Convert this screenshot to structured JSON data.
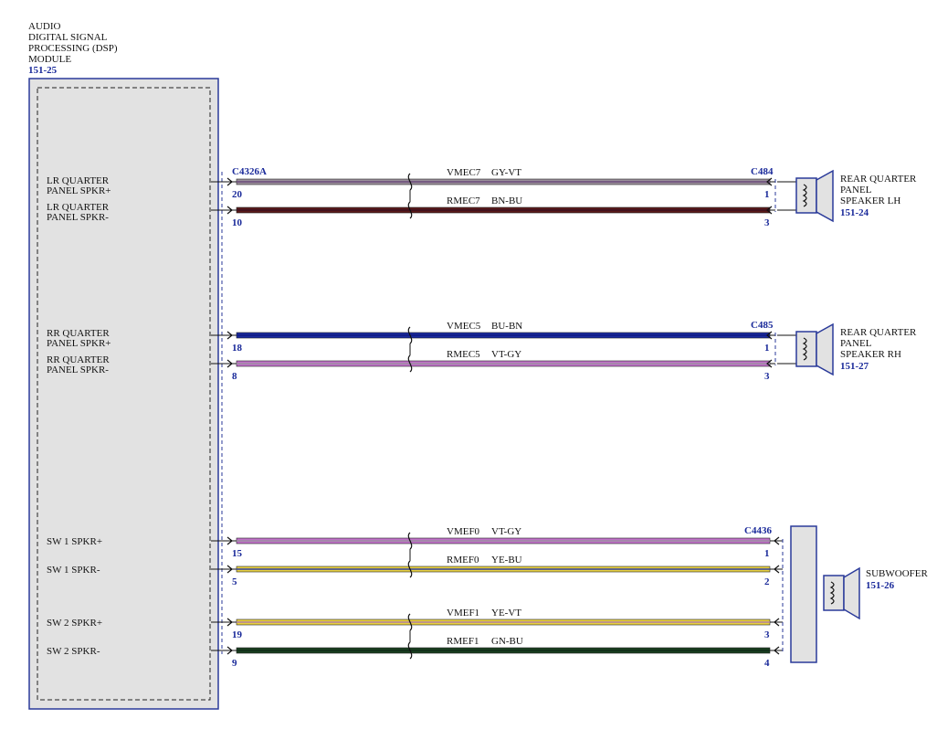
{
  "module": {
    "title_lines": [
      "AUDIO",
      "DIGITAL SIGNAL",
      "PROCESSING (DSP)",
      "MODULE"
    ],
    "ref": "151-25",
    "connector": "C4326A"
  },
  "circuits": [
    {
      "id": "lrp",
      "label_lines": [
        "LR QUARTER",
        "PANEL SPKR+"
      ],
      "pin": "20",
      "circuit": "VMEC7",
      "color_code": "GY-VT",
      "colors": [
        "#9a8f9a",
        "#6b4a7a"
      ],
      "far_pin": "1"
    },
    {
      "id": "lrm",
      "label_lines": [
        "LR QUARTER",
        "PANEL SPKR-"
      ],
      "pin": "10",
      "circuit": "RMEC7",
      "color_code": "BN-BU",
      "colors": [
        "#5a1a1a",
        "#3a1020"
      ],
      "far_pin": "3"
    },
    {
      "id": "rrp",
      "label_lines": [
        "RR QUARTER",
        "PANEL SPKR+"
      ],
      "pin": "18",
      "circuit": "VMEC5",
      "color_code": "BU-BN",
      "colors": [
        "#1a2aa0",
        "#101a80"
      ],
      "far_pin": "1"
    },
    {
      "id": "rrm",
      "label_lines": [
        "RR QUARTER",
        "PANEL SPKR-"
      ],
      "pin": "8",
      "circuit": "RMEC5",
      "color_code": "VT-GY",
      "colors": [
        "#c070c8",
        "#9a8fa0"
      ],
      "far_pin": "3"
    },
    {
      "id": "sw1p",
      "label_lines": [
        "SW 1 SPKR+"
      ],
      "pin": "15",
      "circuit": "VMEF0",
      "color_code": "VT-GY",
      "colors": [
        "#c070c8",
        "#9a8fa0"
      ],
      "far_pin": "1"
    },
    {
      "id": "sw1m",
      "label_lines": [
        "SW 1 SPKR-"
      ],
      "pin": "5",
      "circuit": "RMEF0",
      "color_code": "YE-BU",
      "colors": [
        "#e8d040",
        "#3040a0"
      ],
      "far_pin": "2"
    },
    {
      "id": "sw2p",
      "label_lines": [
        "SW 2 SPKR+"
      ],
      "pin": "19",
      "circuit": "VMEF1",
      "color_code": "YE-VT",
      "colors": [
        "#e8d040",
        "#b080a0"
      ],
      "far_pin": "3"
    },
    {
      "id": "sw2m",
      "label_lines": [
        "SW 2 SPKR-"
      ],
      "pin": "9",
      "circuit": "RMEF1",
      "color_code": "GN-BU",
      "colors": [
        "#1a4020",
        "#102a18"
      ],
      "far_pin": "4"
    }
  ],
  "far_connectors": [
    "C484",
    "C485",
    "C4436"
  ],
  "speakers": [
    {
      "name_lines": [
        "REAR QUARTER",
        "PANEL",
        "SPEAKER LH"
      ],
      "ref": "151-24"
    },
    {
      "name_lines": [
        "REAR QUARTER",
        "PANEL",
        "SPEAKER RH"
      ],
      "ref": "151-27"
    },
    {
      "name_lines": [
        "SUBWOOFER"
      ],
      "ref": "151-26"
    }
  ],
  "colors": {
    "module_fill": "#e2e2e2",
    "outline": "#2a3a9a",
    "label_blue": "#1a2a9a"
  }
}
